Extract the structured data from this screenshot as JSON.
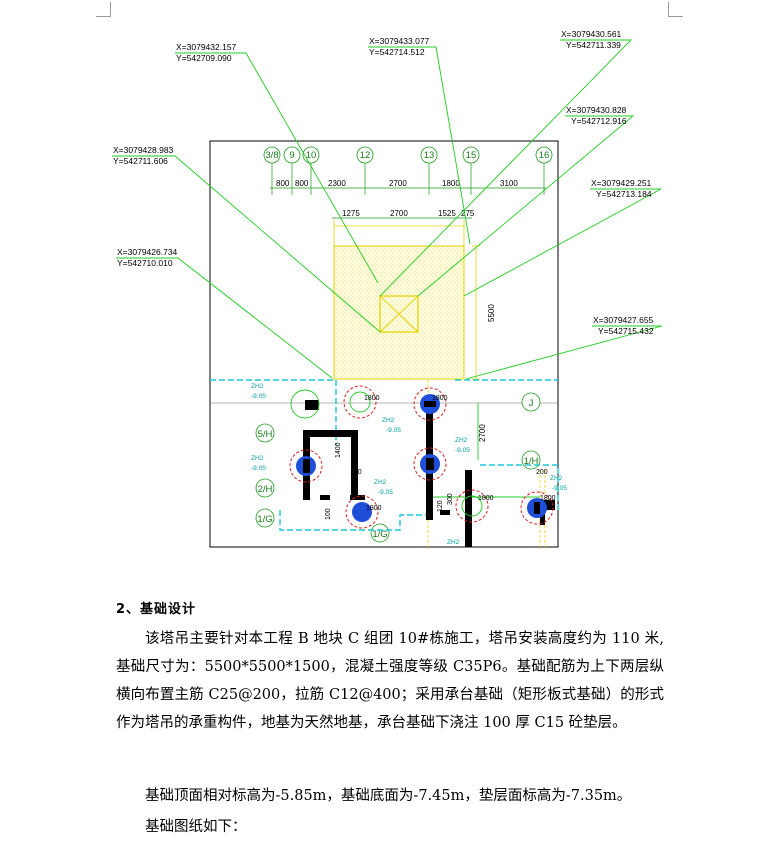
{
  "drawing": {
    "coords": [
      {
        "x": "X=3079432.157",
        "y": "Y=542709.090"
      },
      {
        "x": "X=3079433.077",
        "y": "Y=542714.512"
      },
      {
        "x": "X=3079430.561",
        "y": "Y=542711.339"
      },
      {
        "x": "X=3079430.828",
        "y": "Y=542712.916"
      },
      {
        "x": "X=3079428.983",
        "y": "Y=542711.606"
      },
      {
        "x": "X=3079429.251",
        "y": "Y=542713.184"
      },
      {
        "x": "X=3079426.734",
        "y": "Y=542710.010"
      },
      {
        "x": "X=3079427.655",
        "y": "Y=542715.432"
      }
    ],
    "axis_labels": [
      "3/8",
      "9",
      "10",
      "12",
      "13",
      "15",
      "16",
      "J",
      "5/H",
      "1/H",
      "2/H",
      "1/G",
      "1/G"
    ],
    "dims_row1": [
      "800",
      "800",
      "2300",
      "2700",
      "1800",
      "3100"
    ],
    "dims_row2": [
      "1275",
      "2700",
      "1525",
      "275"
    ],
    "dim_vertical": "5500",
    "dim_2700": "2700",
    "wall_labels": [
      "1400",
      "100",
      "100",
      "120",
      "200",
      "300"
    ],
    "zh_labels": [
      {
        "a": "ZH2",
        "b": "-9.05"
      },
      {
        "a": "ZH2",
        "b": "-9.05"
      },
      {
        "a": "ZH2",
        "b": "-9.05"
      },
      {
        "a": "ZH2",
        "b": "-9.05"
      },
      {
        "a": "ZH2",
        "b": "-9.05"
      },
      {
        "a": "ZH2",
        "b": "-9.05"
      },
      {
        "a": "ZH2",
        "b": ""
      }
    ],
    "pile_labels": [
      "1800",
      "1800",
      "1800",
      "1800",
      "1800"
    ]
  },
  "section": {
    "heading": "2、基础设计",
    "paragraphs": [
      "该塔吊主要针对本工程 B 地块 C 组团 10#栋施工，塔吊安装高度约为 110 米,基础尺寸为：5500*5500*1500，混凝土强度等级 C35P6。基础配筋为上下两层纵横向布置主筋 C25@200，拉筋 C12@400；采用承台基础（矩形板式基础）的形式作为塔吊的承重构件，地基为天然地基，承台基础下浇注 100 厚 C15 砼垫层。",
      "基础顶面相对标高为-5.85m，基础底面为-7.45m，垫层面标高为-7.35m。",
      "基础图纸如下："
    ]
  }
}
